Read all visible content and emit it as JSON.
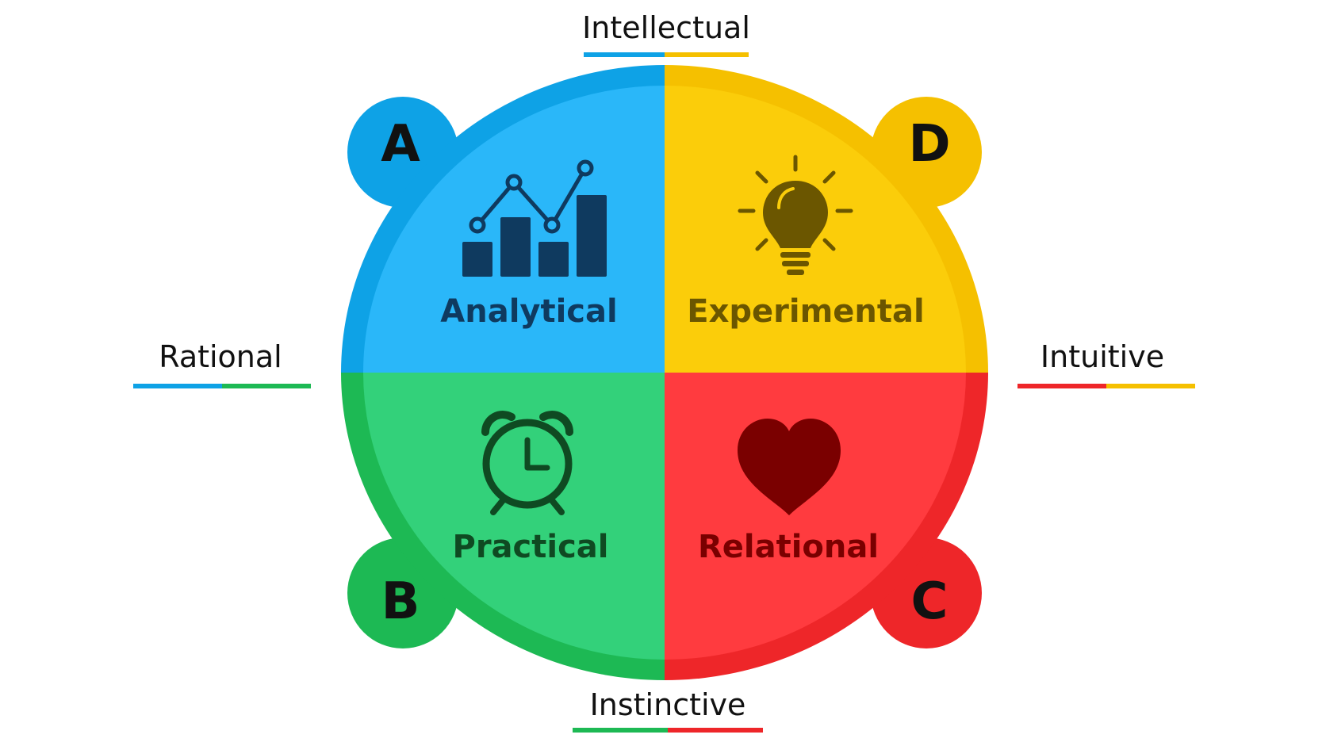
{
  "axes": {
    "top": "Intellectual",
    "bottom": "Instinctive",
    "left": "Rational",
    "right": "Intuitive"
  },
  "quadrants": [
    {
      "id": "A",
      "letter": "A",
      "label": "Analytical",
      "color": "#2ab7f9",
      "ring": "#0ea2e6",
      "text_color": "#0f3a5f",
      "icon": "bar-line-chart-icon"
    },
    {
      "id": "D",
      "letter": "D",
      "label": "Experimental",
      "color": "#fbcd0a",
      "ring": "#f5c000",
      "text_color": "#6b5600",
      "icon": "lightbulb-icon"
    },
    {
      "id": "B",
      "letter": "B",
      "label": "Practical",
      "color": "#33d17a",
      "ring": "#1db954",
      "text_color": "#0f4a22",
      "icon": "alarm-clock-icon"
    },
    {
      "id": "C",
      "letter": "C",
      "label": "Relational",
      "color": "#ff3b3f",
      "ring": "#ee2629",
      "text_color": "#7a0000",
      "icon": "heart-icon"
    }
  ],
  "colors": {
    "blue": "#0ea2e6",
    "yellow": "#f5c000",
    "green": "#1db954",
    "red": "#ee2629"
  }
}
